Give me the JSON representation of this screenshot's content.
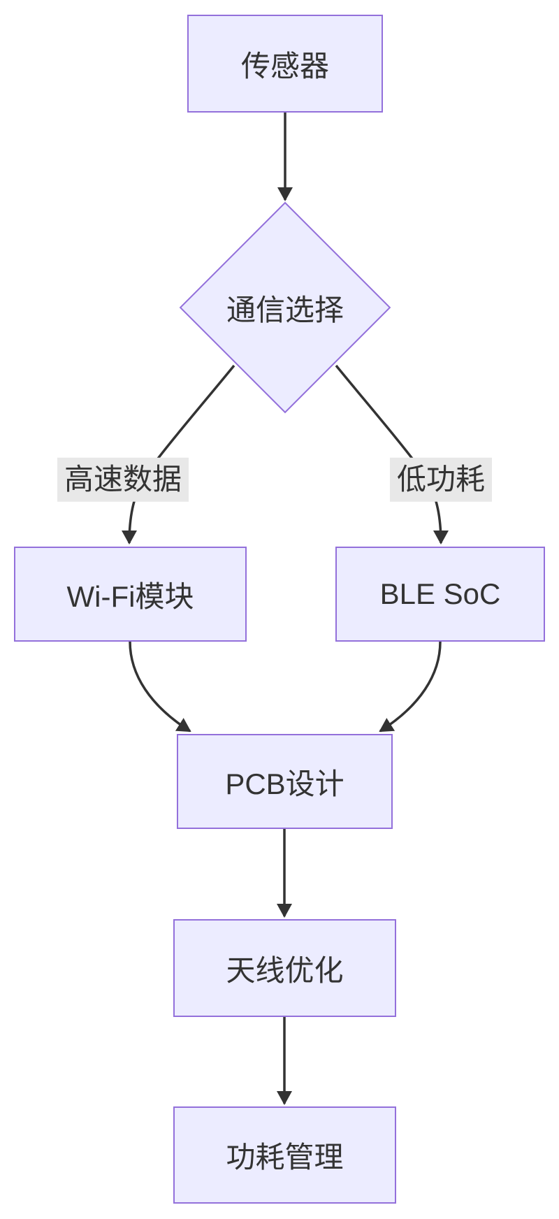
{
  "diagram": {
    "type": "flowchart",
    "direction": "top-down",
    "nodes": [
      {
        "id": "sensor",
        "label": "传感器",
        "shape": "rectangle"
      },
      {
        "id": "comm-choice",
        "label": "通信选择",
        "shape": "diamond"
      },
      {
        "id": "wifi",
        "label": "Wi-Fi模块",
        "shape": "rectangle"
      },
      {
        "id": "ble",
        "label": "BLE SoC",
        "shape": "rectangle"
      },
      {
        "id": "pcb",
        "label": "PCB设计",
        "shape": "rectangle"
      },
      {
        "id": "antenna",
        "label": "天线优化",
        "shape": "rectangle"
      },
      {
        "id": "power",
        "label": "功耗管理",
        "shape": "rectangle"
      }
    ],
    "edges": [
      {
        "from": "sensor",
        "to": "comm-choice",
        "label": ""
      },
      {
        "from": "comm-choice",
        "to": "wifi",
        "label": "高速数据"
      },
      {
        "from": "comm-choice",
        "to": "ble",
        "label": "低功耗"
      },
      {
        "from": "wifi",
        "to": "pcb",
        "label": ""
      },
      {
        "from": "ble",
        "to": "pcb",
        "label": ""
      },
      {
        "from": "pcb",
        "to": "antenna",
        "label": ""
      },
      {
        "from": "antenna",
        "to": "power",
        "label": ""
      }
    ]
  },
  "colors": {
    "node-fill": "#ECECFF",
    "node-border": "#9370DB",
    "edge-color": "#333333",
    "text-color": "#333333",
    "edge-label-bg": "#e8e8e8",
    "canvas-bg": "#ffffff"
  }
}
